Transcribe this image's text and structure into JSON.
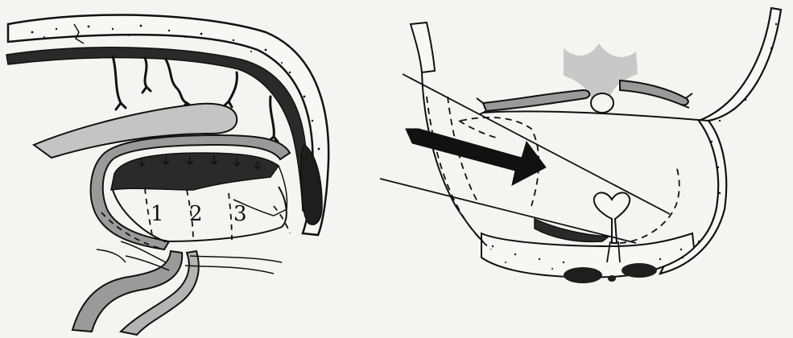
{
  "labels": {
    "region_1": "1",
    "region_2": "2",
    "region_3": "3"
  },
  "colors": {
    "background": "#f4f4f2",
    "ink": "#111111",
    "dark_fill": "#2a2a2a",
    "gray_fill": "#9a9a9a",
    "light_gray_fill": "#c4c4c4"
  }
}
